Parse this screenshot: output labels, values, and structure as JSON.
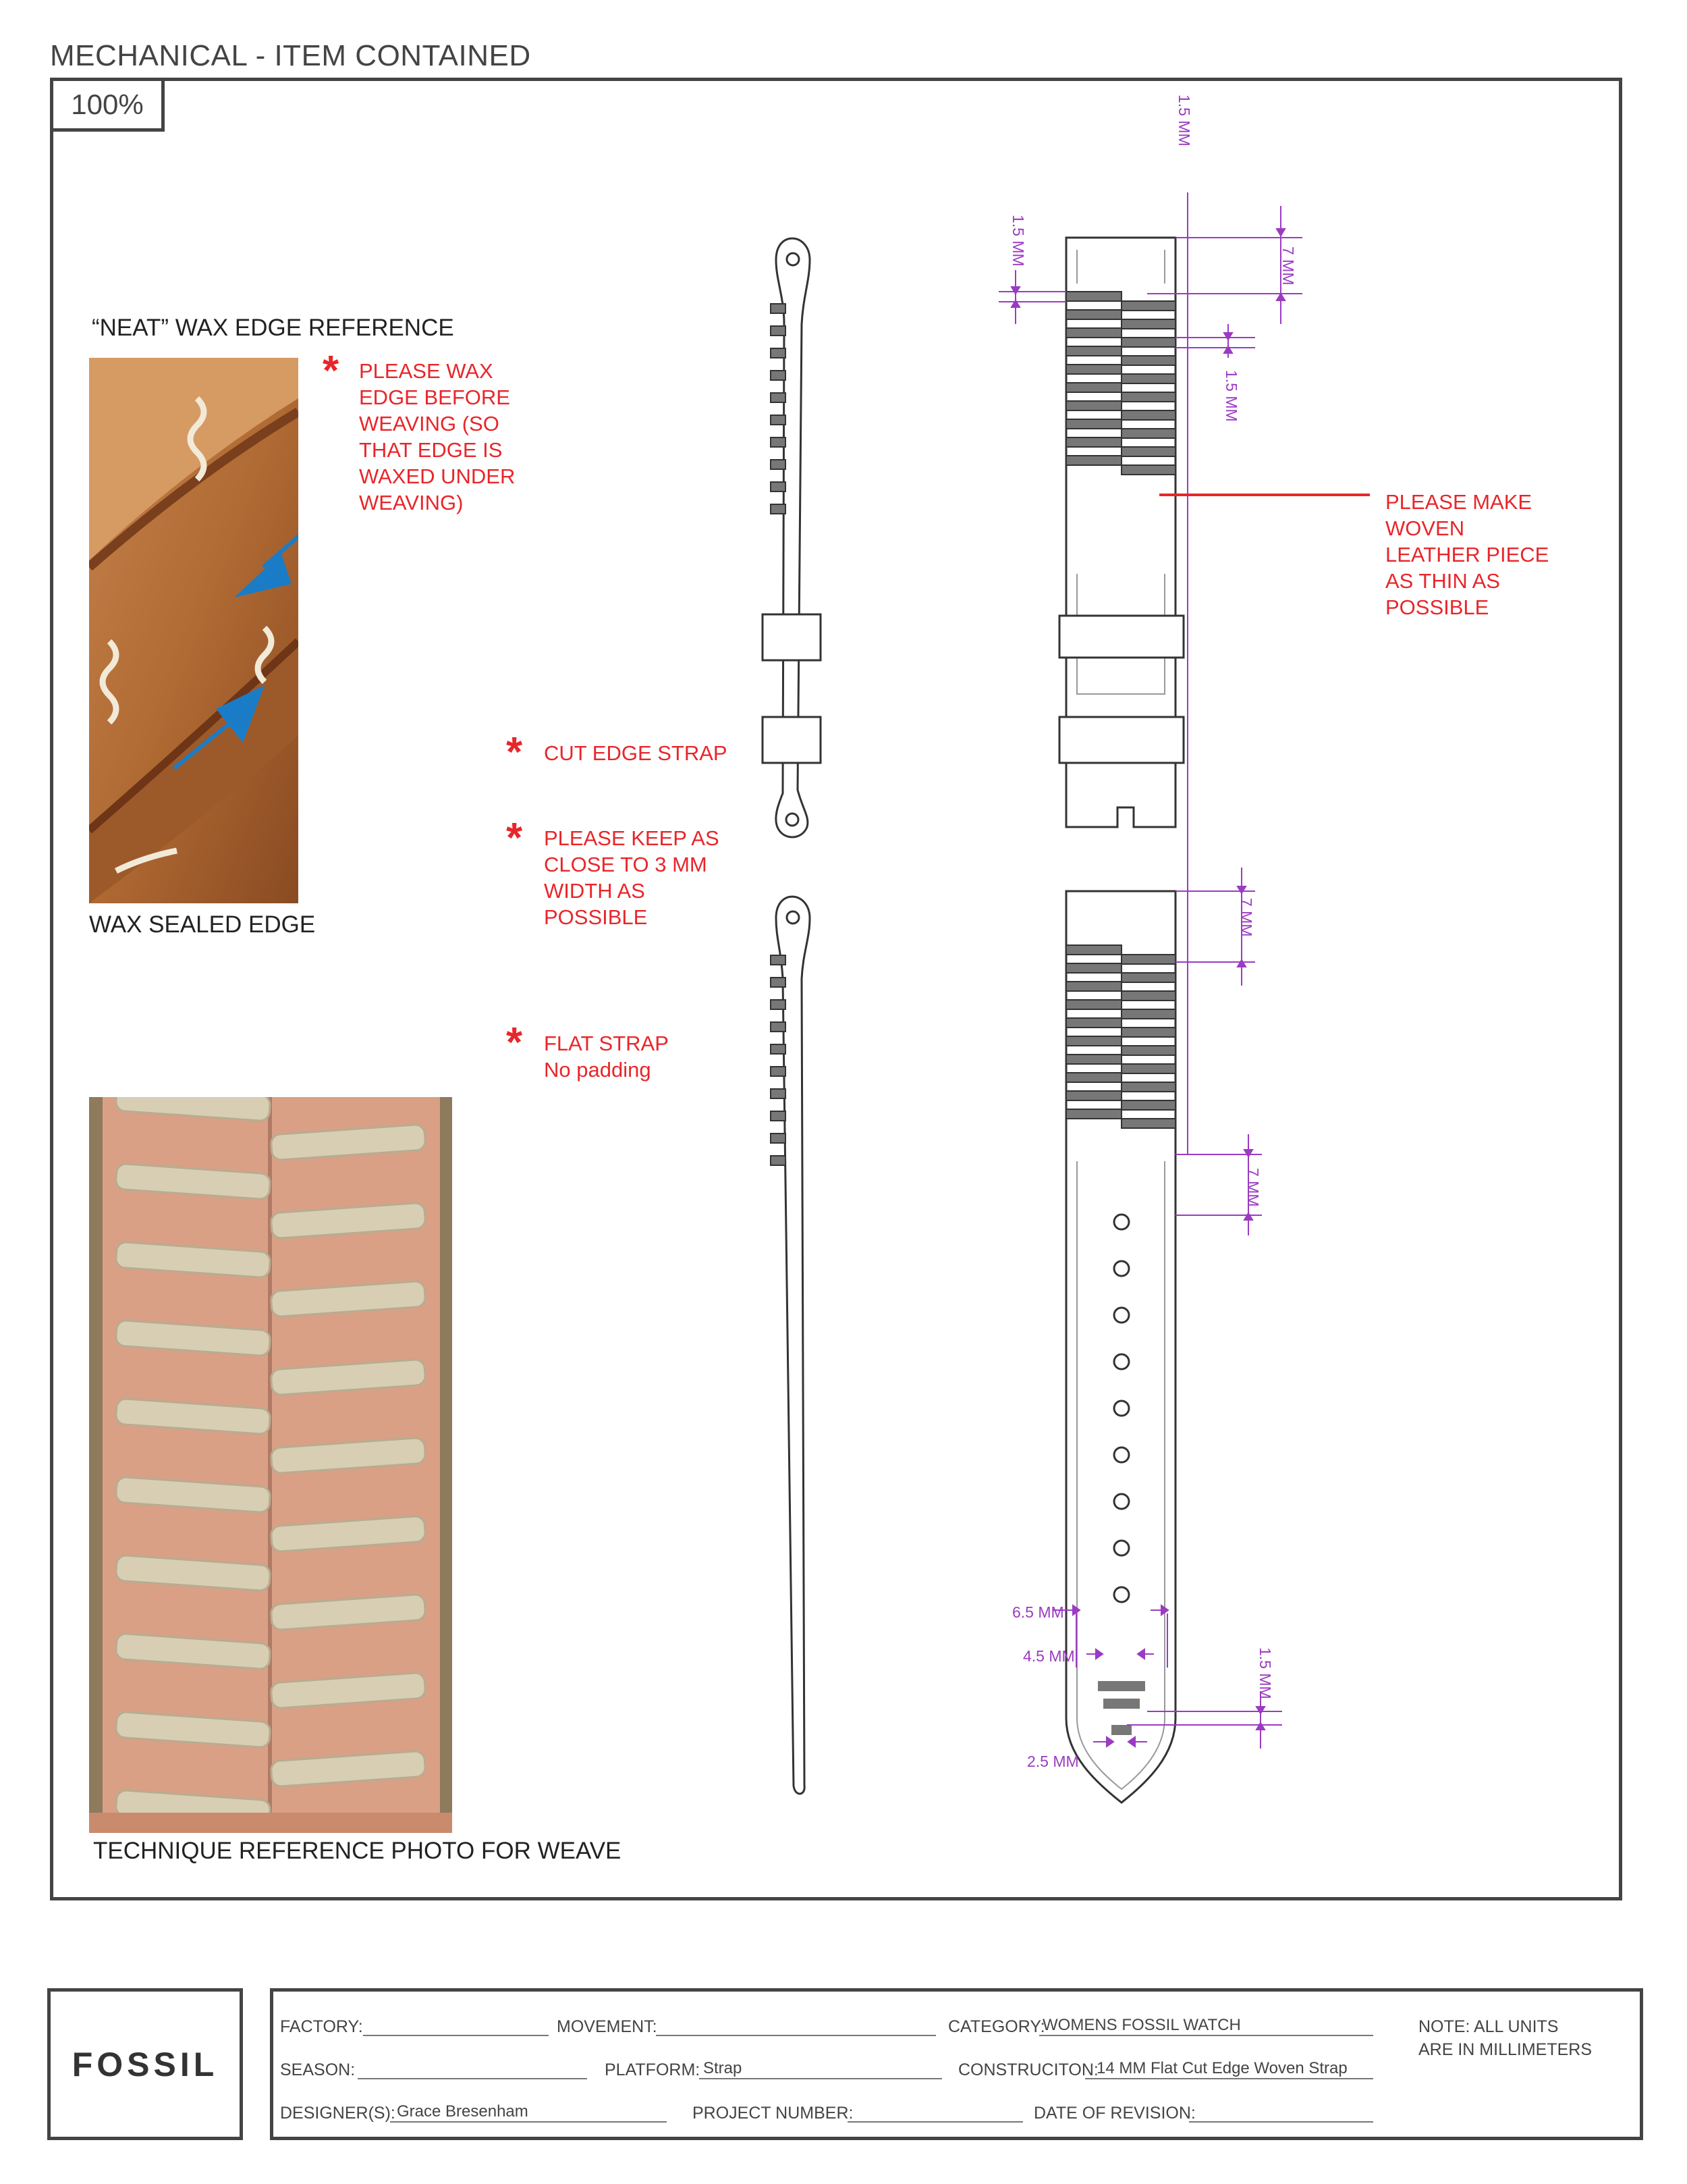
{
  "header": {
    "title": "MECHANICAL - ITEM CONTAINED",
    "scale": "100%"
  },
  "references": {
    "wax_heading": "“NEAT” WAX EDGE REFERENCE",
    "wax_caption": "WAX SEALED EDGE",
    "weave_caption": "TECHNIQUE REFERENCE PHOTO FOR WEAVE"
  },
  "notes": {
    "wax_note": [
      "PLEASE WAX",
      "EDGE BEFORE",
      "WEAVING (SO",
      "THAT EDGE IS",
      "WAXED UNDER",
      "WEAVING)"
    ],
    "cut_edge": "CUT EDGE STRAP",
    "keep_close": [
      "PLEASE KEEP AS",
      "CLOSE TO 3 MM",
      "WIDTH AS",
      "POSSIBLE"
    ],
    "flat_strap": [
      "FLAT STRAP",
      "No padding"
    ],
    "woven_note": [
      "PLEASE MAKE",
      "WOVEN",
      "LEATHER PIECE",
      "AS THIN AS",
      "POSSIBLE"
    ]
  },
  "dimensions": {
    "d1": "1.5 MM",
    "d2": "1.5 MM",
    "d3": "7 MM",
    "d4": "1.5 MM",
    "d5": "7 MM",
    "d6": "7 MM",
    "d7": "1.5 MM",
    "w1": "6.5 MM",
    "w2": "4.5 MM",
    "w3": "2.5 MM"
  },
  "colors": {
    "annotation_red": "#e8262a",
    "dimension_purple": "#9b3bc2",
    "arrow_blue": "#1a7cc7",
    "weave_gray": "#777777"
  },
  "title_block": {
    "brand": "FOSSIL",
    "factory_label": "FACTORY:",
    "factory_value": "",
    "movement_label": "MOVEMENT:",
    "movement_value": "",
    "category_label": "CATEGORY:",
    "category_value": "WOMENS FOSSIL WATCH",
    "season_label": "SEASON:",
    "season_value": "",
    "platform_label": "PLATFORM:",
    "platform_value": "Strap",
    "construction_label": "CONSTRUCITON:",
    "construction_value": "14 MM Flat Cut Edge Woven Strap",
    "designer_label": "DESIGNER(S):",
    "designer_value": "Grace Bresenham",
    "project_label": "PROJECT NUMBER:",
    "project_value": "",
    "revision_label": "DATE OF REVISION:",
    "revision_value": "",
    "note_line1": "NOTE: ALL UNITS",
    "note_line2": "ARE IN MILLIMETERS"
  }
}
